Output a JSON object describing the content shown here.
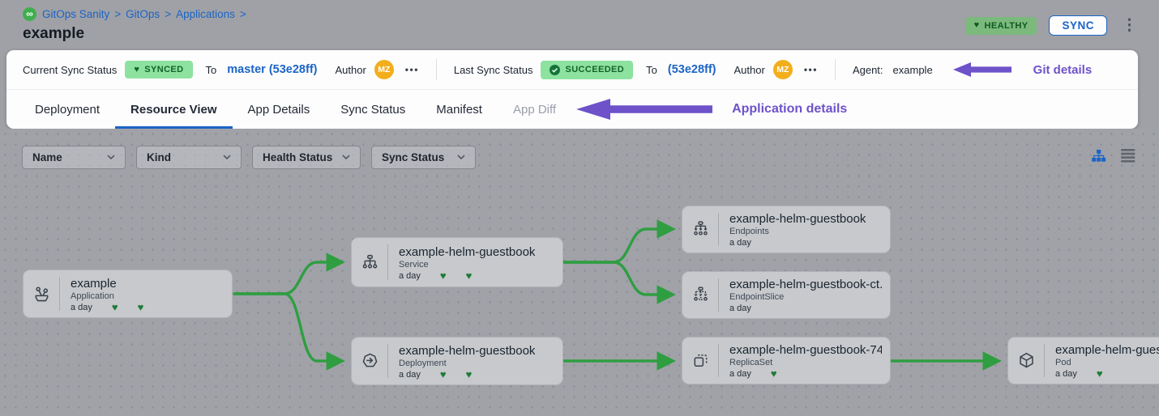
{
  "header": {
    "breadcrumb": [
      "GitOps Sanity",
      "GitOps",
      "Applications"
    ],
    "breadcrumb_separator": ">",
    "title": "example",
    "health_badge": "HEALTHY",
    "sync_button": "SYNC"
  },
  "sync_bar": {
    "current": {
      "label": "Current Sync Status",
      "badge": "SYNCED",
      "to": "To",
      "revision": "master (53e28ff)",
      "author_label": "Author",
      "avatar": "MZ",
      "more": "•••"
    },
    "last": {
      "label": "Last Sync Status",
      "badge": "SUCCEEDED",
      "to": "To",
      "revision": "(53e28ff)",
      "author_label": "Author",
      "avatar": "MZ",
      "more": "•••"
    },
    "agent_label": "Agent:",
    "agent_value": "example"
  },
  "annotations": {
    "git_details": "Git details",
    "application_details": "Application details"
  },
  "tabs": [
    {
      "label": "Deployment",
      "state": "normal"
    },
    {
      "label": "Resource View",
      "state": "active"
    },
    {
      "label": "App Details",
      "state": "normal"
    },
    {
      "label": "Sync Status",
      "state": "normal"
    },
    {
      "label": "Manifest",
      "state": "normal"
    },
    {
      "label": "App Diff",
      "state": "disabled"
    }
  ],
  "filters": {
    "name": "Name",
    "kind": "Kind",
    "health": "Health Status",
    "sync": "Sync Status"
  },
  "nodes": [
    {
      "title": "example",
      "kind": "Application",
      "age": "a day",
      "hearts": 2
    },
    {
      "title": "example-helm-guestbook",
      "kind": "Service",
      "age": "a day",
      "hearts": 2
    },
    {
      "title": "example-helm-guestbook",
      "kind": "Deployment",
      "age": "a day",
      "hearts": 2
    },
    {
      "title": "example-helm-guestbook",
      "kind": "Endpoints",
      "age": "a day",
      "hearts": 0
    },
    {
      "title": "example-helm-guestbook-ct...",
      "kind": "EndpointSlice",
      "age": "a day",
      "hearts": 0
    },
    {
      "title": "example-helm-guestbook-74...",
      "kind": "ReplicaSet",
      "age": "a day",
      "hearts": 1
    },
    {
      "title": "example-helm-guest",
      "kind": "Pod",
      "age": "a day",
      "hearts": 1
    }
  ],
  "icons": {
    "gitops_logo": "∞ on green circle",
    "heart": "♥",
    "check_circle": "✓ in green circle",
    "kebab_menu": "⋮",
    "ellipsis_more": "•••",
    "chevron_down": "v",
    "tree_view": "org-chart glyph (active, blue)",
    "list_view": "stacked bars glyph (gray)",
    "annotation_arrow": "solid purple left arrow"
  },
  "colors": {
    "accent_blue": "#1b64c6",
    "badge_green_bg": "#8ee29f",
    "badge_green_text": "#14632a",
    "health_badge_bg": "#7cb97d",
    "edge_green": "#2f9e41",
    "annotation_purple": "#6e52c9",
    "avatar_orange": "#f3ae1b",
    "canvas_gray": "#a0a2a8"
  }
}
